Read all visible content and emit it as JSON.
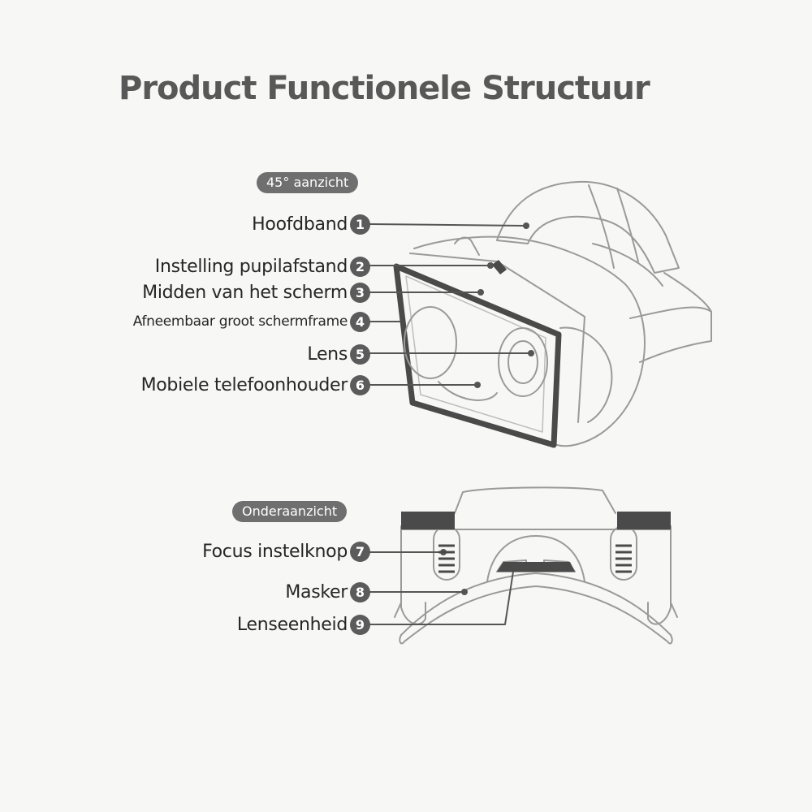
{
  "title": "Product Functionele Structuur",
  "sections": {
    "top_view": "45° aanzicht",
    "bottom_view": "Onderaanzicht"
  },
  "labels": [
    {
      "number": "1",
      "text": "Hoofdband"
    },
    {
      "number": "2",
      "text": "Instelling pupilafstand"
    },
    {
      "number": "3",
      "text": "Midden van het scherm"
    },
    {
      "number": "4",
      "text": "Afneembaar groot schermframe"
    },
    {
      "number": "5",
      "text": "Lens"
    },
    {
      "number": "6",
      "text": "Mobiele telefoonhouder"
    },
    {
      "number": "7",
      "text": "Focus instelknop"
    },
    {
      "number": "8",
      "text": "Masker"
    },
    {
      "number": "9",
      "text": "Lenseenheid"
    }
  ],
  "colors": {
    "background": "#f7f7f5",
    "title": "#585858",
    "badge": "#5b5b5b",
    "outline": "#9a9a9a",
    "dark_part": "#4a4a4a"
  }
}
